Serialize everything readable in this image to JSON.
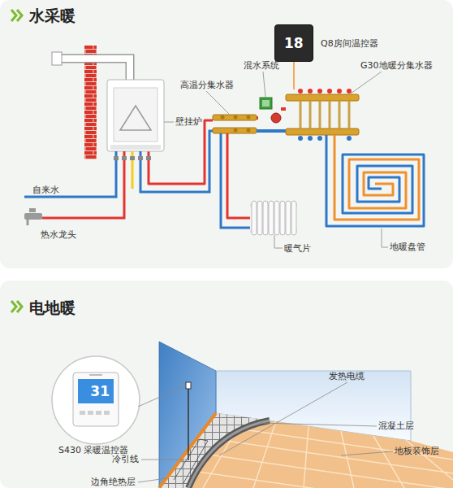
{
  "diagram": {
    "nodes": [
      {
        "text": [
          "水采暖"
        ]
      },
      {
        "text": [
          "18",
          "Q8房间温控器"
        ],
        "in": 0
      },
      {
        "text": [
          "壁挂炉"
        ],
        "in": 0
      },
      {
        "text": [
          "高温分集水器"
        ],
        "in": 0
      },
      {
        "text": [
          "混水系统"
        ],
        "in": 0
      },
      {
        "text": [
          "G30地暖分集水器"
        ],
        "in": 0
      },
      {
        "text": [
          "暖气片"
        ],
        "in": 0
      },
      {
        "text": [
          "地暖盘管"
        ],
        "in": 0
      },
      {
        "text": [
          "电地暖"
        ]
      },
      {
        "text": [
          "31",
          "S430 采暖温控器"
        ],
        "in": 8
      }
    ],
    "edges": [
      {
        "from": 2,
        "to": 3,
        "arrow": "none"
      },
      {
        "from": 3,
        "to": 6,
        "arrow": "none"
      },
      {
        "from": 3,
        "to": 4,
        "arrow": "none"
      },
      {
        "from": 4,
        "to": 5,
        "arrow": "none"
      },
      {
        "from": 5,
        "to": 7,
        "arrow": "none"
      },
      {
        "from": 1,
        "to": 5,
        "arrow": "none"
      }
    ],
    "labels": [
      "自来水",
      "热水龙头",
      "发热电缆",
      "混凝土层",
      "地板装饰层",
      "冷引线",
      "边角绝热层"
    ]
  }
}
